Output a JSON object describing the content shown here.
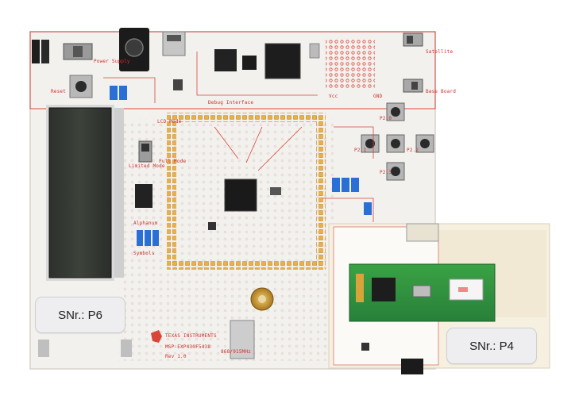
{
  "photo": {
    "background": "#ffffff",
    "board_color": "#f3f1ee",
    "trace_color": "#d9453a",
    "silk_color": "#c8322a",
    "module_board_color": "#2f8f3a",
    "jumper_color": "#2a6fd6"
  },
  "labels": {
    "left_card": "SNr.: P6",
    "right_card": "SNr.: P4"
  },
  "silkscreen": {
    "debug_interface": "Debug Interface",
    "vcc": "Vcc",
    "gnd": "GND",
    "reset": "Reset",
    "power_supply": "Power Supply",
    "lcd_mode": "LCD Mode",
    "full_mode": "Full Mode",
    "limited_mode": "Limited Mode",
    "alphanum": "Alphanum",
    "symbols": "Symbols",
    "base_board": "Base Board",
    "satellite": "Satellite",
    "rf_freq": "868/915MHz",
    "ti_logo": "TEXAS INSTRUMENTS",
    "board_name": "MSP-EXP430F5438",
    "rev": "Rev 1.0",
    "p2_0": "P2.0",
    "p2_1": "P2.1",
    "p2_2": "P2.2",
    "p2_3": "P2.3"
  }
}
